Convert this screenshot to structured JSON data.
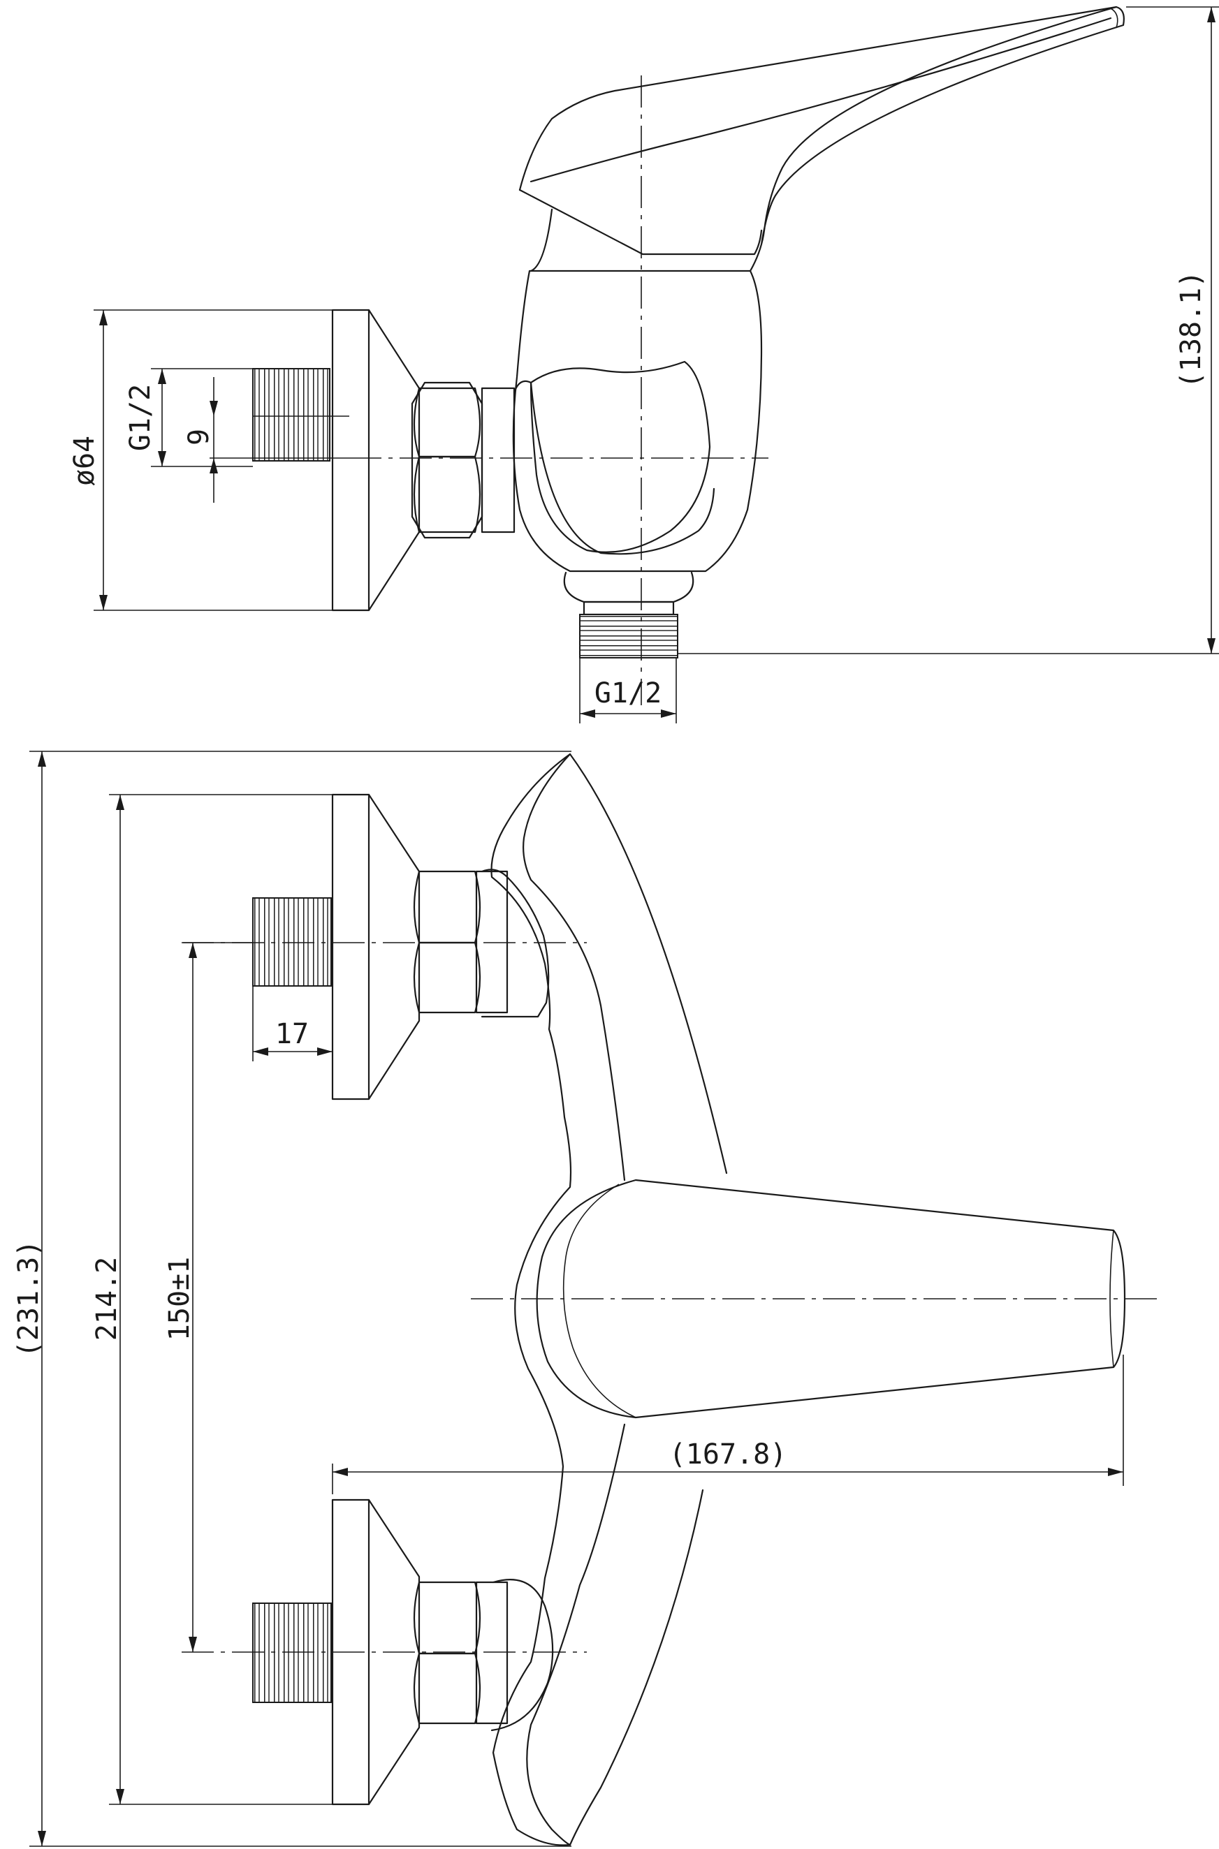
{
  "drawing": {
    "colors": {
      "line": "#1a1a1a",
      "background": "#ffffff"
    },
    "side_view": {
      "dims": {
        "thread_top": "G1/2",
        "pitch": "9",
        "flange_diameter": "ø64",
        "thread_bottom": "G1/2",
        "height": "(138.1)"
      }
    },
    "front_view": {
      "dims": {
        "overall_height": "(231.3)",
        "flange_span": "214.2",
        "center_distance": "150±1",
        "thread_length": "17",
        "reach": "(167.8)"
      }
    }
  }
}
